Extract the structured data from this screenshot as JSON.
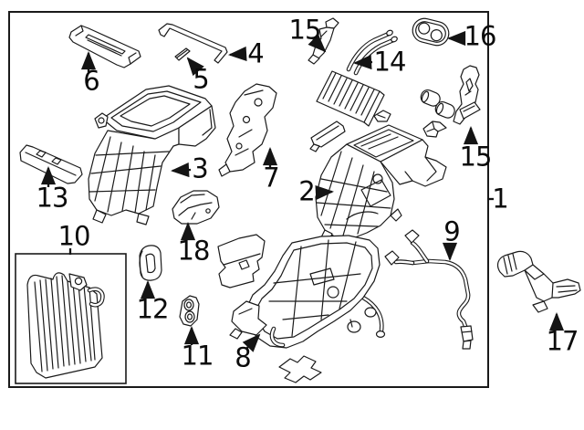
{
  "page": {
    "background": "#ffffff"
  },
  "diagram": {
    "type": "exploded-parts-diagram",
    "description": "Black-and-white exploded line-art diagram of an automotive HVAC heater / evaporator assembly with numbered callouts",
    "line_color": "#1a1a1a",
    "label_color": "#0b0b0b",
    "callouts": [
      {
        "label": "1"
      },
      {
        "label": "2"
      },
      {
        "label": "3"
      },
      {
        "label": "4"
      },
      {
        "label": "5"
      },
      {
        "label": "6"
      },
      {
        "label": "7"
      },
      {
        "label": "8"
      },
      {
        "label": "9"
      },
      {
        "label": "10"
      },
      {
        "label": "11"
      },
      {
        "label": "12"
      },
      {
        "label": "13"
      },
      {
        "label": "14"
      },
      {
        "label": "15"
      },
      {
        "label": "15"
      },
      {
        "label": "16"
      },
      {
        "label": "17"
      },
      {
        "label": "18"
      }
    ]
  }
}
